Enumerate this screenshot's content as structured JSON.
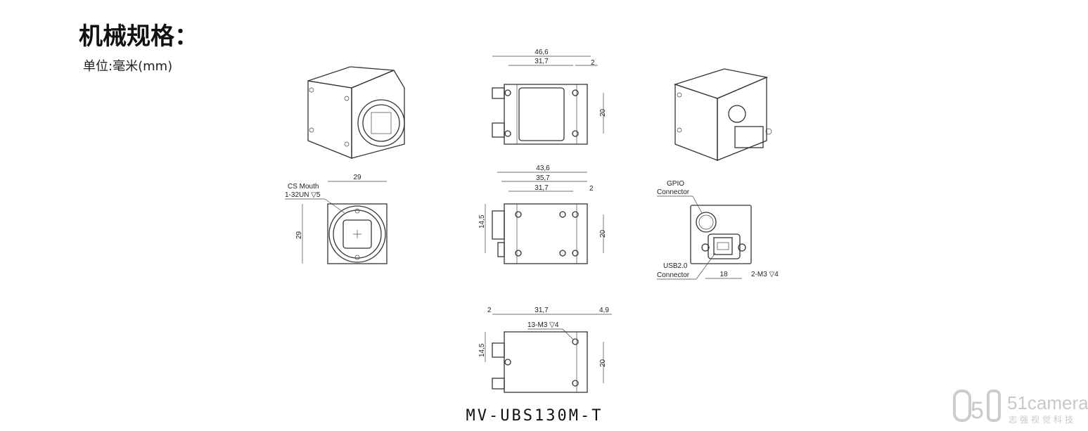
{
  "heading": {
    "title": "机械规格：",
    "unit": "单位:毫米(mm)"
  },
  "top_view": {
    "overall": "46,6",
    "body": "31,7",
    "offset": "2",
    "hole_spacing": "20"
  },
  "side_view": {
    "overall": "43,6",
    "mid": "35,7",
    "body": "31,7",
    "offset": "2",
    "hole_height": "14,5",
    "hole_spacing": "20"
  },
  "bottom_view": {
    "left": "2",
    "body": "31,7",
    "right": "4,9",
    "holes": "13-M3 ▽4",
    "hole_height": "14,5",
    "hole_spacing": "20"
  },
  "front_view": {
    "mount_label_1": "CS Mouth",
    "mount_label_2": "1-32UN ▽5",
    "width": "29",
    "height": "29"
  },
  "back_view": {
    "gpio_1": "GPIO",
    "gpio_2": "Connector",
    "usb_1": "USB2.0",
    "usb_2": "Connector",
    "spacing": "18",
    "holes": "2-M3 ▽4"
  },
  "model": "MV-UBS130M-T",
  "watermark": {
    "brand": "51camera",
    "sub": "志强视觉科技"
  }
}
